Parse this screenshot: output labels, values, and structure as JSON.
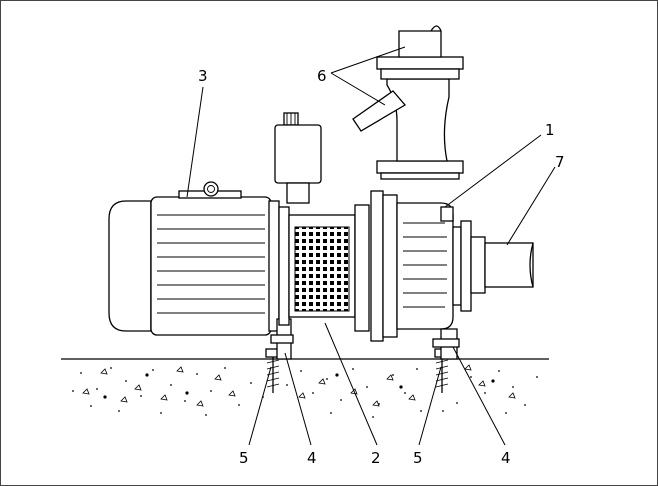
{
  "labels": {
    "l1": "1",
    "l2": "2",
    "l3": "3",
    "l4a": "4",
    "l4b": "4",
    "l5a": "5",
    "l5b": "5",
    "l6": "6",
    "l7": "7"
  }
}
